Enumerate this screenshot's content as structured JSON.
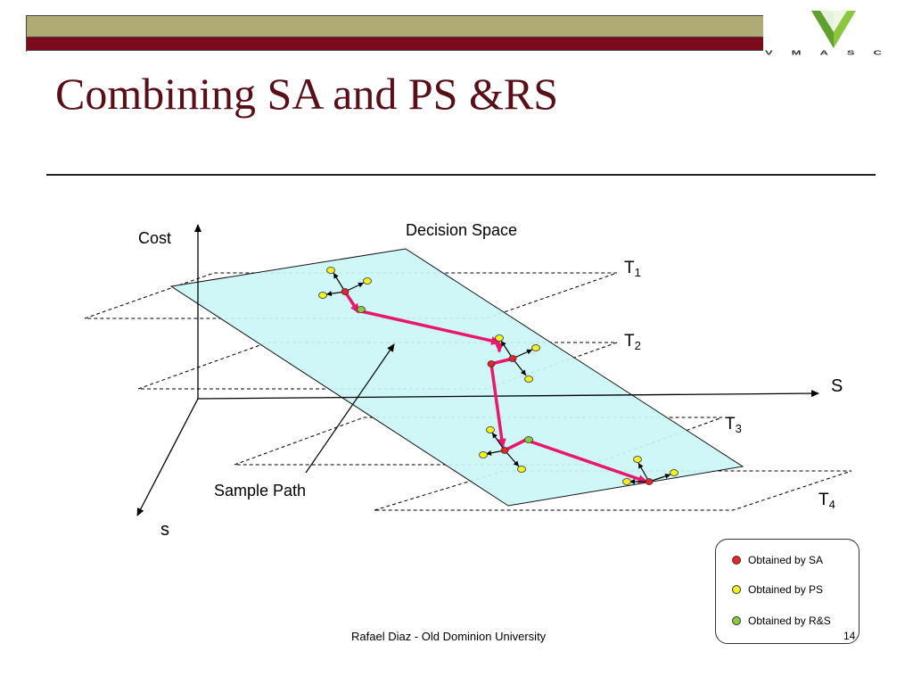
{
  "slide": {
    "title": "Combining SA and PS &RS",
    "logo_text": "VMASC",
    "footer": "Rafael Diaz - Old Dominion University",
    "page_number": "14"
  },
  "diagram": {
    "plane_label": "Decision Space",
    "axis_cost_label": "Cost",
    "axis_S_label": "S",
    "axis_s_label": "s",
    "sample_path_label": "Sample Path",
    "levels": [
      {
        "main": "T",
        "sub": "1"
      },
      {
        "main": "T",
        "sub": "2"
      },
      {
        "main": "T",
        "sub": "3"
      },
      {
        "main": "T",
        "sub": "4"
      }
    ],
    "colors": {
      "plane_fill": "#ccf7f7",
      "path": "#e8186e",
      "sa_dot": "#e8232a",
      "ps_dot": "#f5f01e",
      "rs_dot": "#8ccc3c"
    }
  },
  "legend": {
    "items": [
      {
        "label": "Obtained by SA",
        "color": "#e8232a"
      },
      {
        "label": "Obtained by PS",
        "color": "#f5f01e"
      },
      {
        "label": "Obtained by R&S",
        "color": "#8ccc3c"
      }
    ]
  }
}
